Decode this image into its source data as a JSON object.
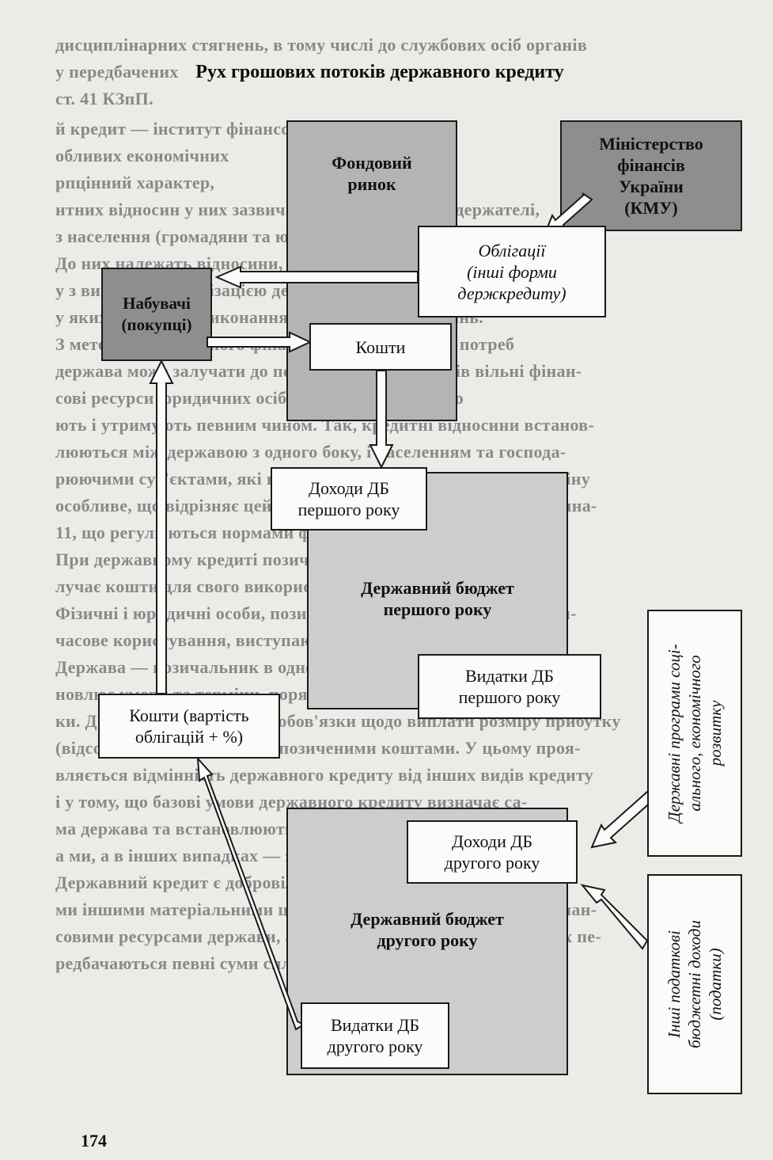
{
  "diagram": {
    "title": "Рух грошових потоків державного кредиту",
    "stock_market": {
      "line1": "Фондовий",
      "line2": "ринок"
    },
    "ministry": {
      "line1": "Міністерство",
      "line2": "фінансів",
      "line3": "України",
      "line4": "(КМУ)"
    },
    "bonds": {
      "line1": "Облігації",
      "line2": "(інші форми",
      "line3": "держкредиту)"
    },
    "buyers": {
      "line1": "Набувачі",
      "line2": "(покупці)"
    },
    "funds": "Кошти",
    "revenue_year1": {
      "line1": "Доходи ДБ",
      "line2": "першого року"
    },
    "budget_year1": {
      "line1": "Державний бюджет",
      "line2": "першого року"
    },
    "expenses_year1": {
      "line1": "Видатки ДБ",
      "line2": "першого року"
    },
    "repayment": {
      "line1": "Кошти (вартість",
      "line2": "облігацій + %)"
    },
    "revenue_year2": {
      "line1": "Доходи ДБ",
      "line2": "другого року"
    },
    "budget_year2": {
      "line1": "Державний бюджет",
      "line2": "другого року"
    },
    "expenses_year2": {
      "line1": "Видатки ДБ",
      "line2": "другого року"
    },
    "state_programs": {
      "line1": "Державні програми соці-",
      "line2": "ального, економічного",
      "line3": "розвитку"
    },
    "tax_revenues": {
      "line1": "Інші податкові",
      "line2": "бюджетні доходи",
      "line3": "(податки)"
    }
  },
  "body_text": {
    "line1": "дисциплінарних стягнень, в тому числі до службових осіб органів",
    "line2": "у передбачених",
    "line3": "ст. 41 КЗпП.",
    "line4": "й кредит — інститут фінансового права",
    "line5": "обливих економічних",
    "line6": "рпцінний характер,",
    "line7": "нтних відносин у них зазвичай є державні позикодержателі,",
    "line8": "з населення (громадяни та юридичні особи).",
    "line9": "До них належать відносини, пов'язані з",
    "line10": "у з випуском і реалізацією державних цінних паперів,",
    "line11": "у яких становить виконання державних зобов'язань.",
    "line12": "З метою безперебійного фінансування суспільних потреб",
    "line13": "держава може залучати до покриття своїх видатків вільні фінан-",
    "line14": "сові ресурси юридичних осіб та населення, які їх о",
    "line15": "ють і утримують певним чином. Так, кредитні відносини встанов-",
    "line16": "люються між державою з одного боку, і населенням та господа-",
    "line17": "рюючими суб'єктами, які в державному кредиті мають на відміну",
    "line18": "особливе, що відрізняє цей вид кредиту від інших кредитних вина-",
    "line19": "11, що регулюються нормами фінансового права.",
    "line20": "При державному кредиті позичальником є держава, яка за-",
    "line21": "лучає кошти для свого використання на засадах зворотності.",
    "line22": "Фізичні і юридичні особи, позичаючи державі свої кошти в тим-",
    "line23": "часове користування, виступають кредиторами держави.",
    "line24": "Держава — позичальник в односторонньому порядку вста-",
    "line25": "новлює умови та терміни, порядок реалізації і погашення пози-",
    "line26": "ки. Держава визначає, свої обов'язки щодо виплати розміру прибутку",
    "line27": "(відсотка) за користування позиченими коштами. У цьому проя-",
    "line28": "вляється відмінність державного кредиту від інших видів кредиту",
    "line29": "і у тому, що базові умови державного кредиту визначає са-",
    "line30": "ма держава та встановлюються законом, а в інших",
    "line31": "а ми, а в інших випадках — за договором.",
    "line32": "Державний кредит є добровільним і зворотним чи будь-яки-",
    "line33": "ми іншими матеріальними цінностями. Вони гарантуються фінан-",
    "line34": "совими ресурсами держави, а в наступних державних бюджетах пе-",
    "line35": "редбачаються певні суми сплати прибутків і погашення позик.",
    "line36": "",
    "line37": "",
    "line38": ""
  },
  "page_number": "174",
  "colors": {
    "page_background": "#ecebe8",
    "dark_shade": "#8e8e8e",
    "medium_shade": "#b4b4b4",
    "light_shade": "#cdcdcd",
    "white_box": "#fbfbfa"
  }
}
